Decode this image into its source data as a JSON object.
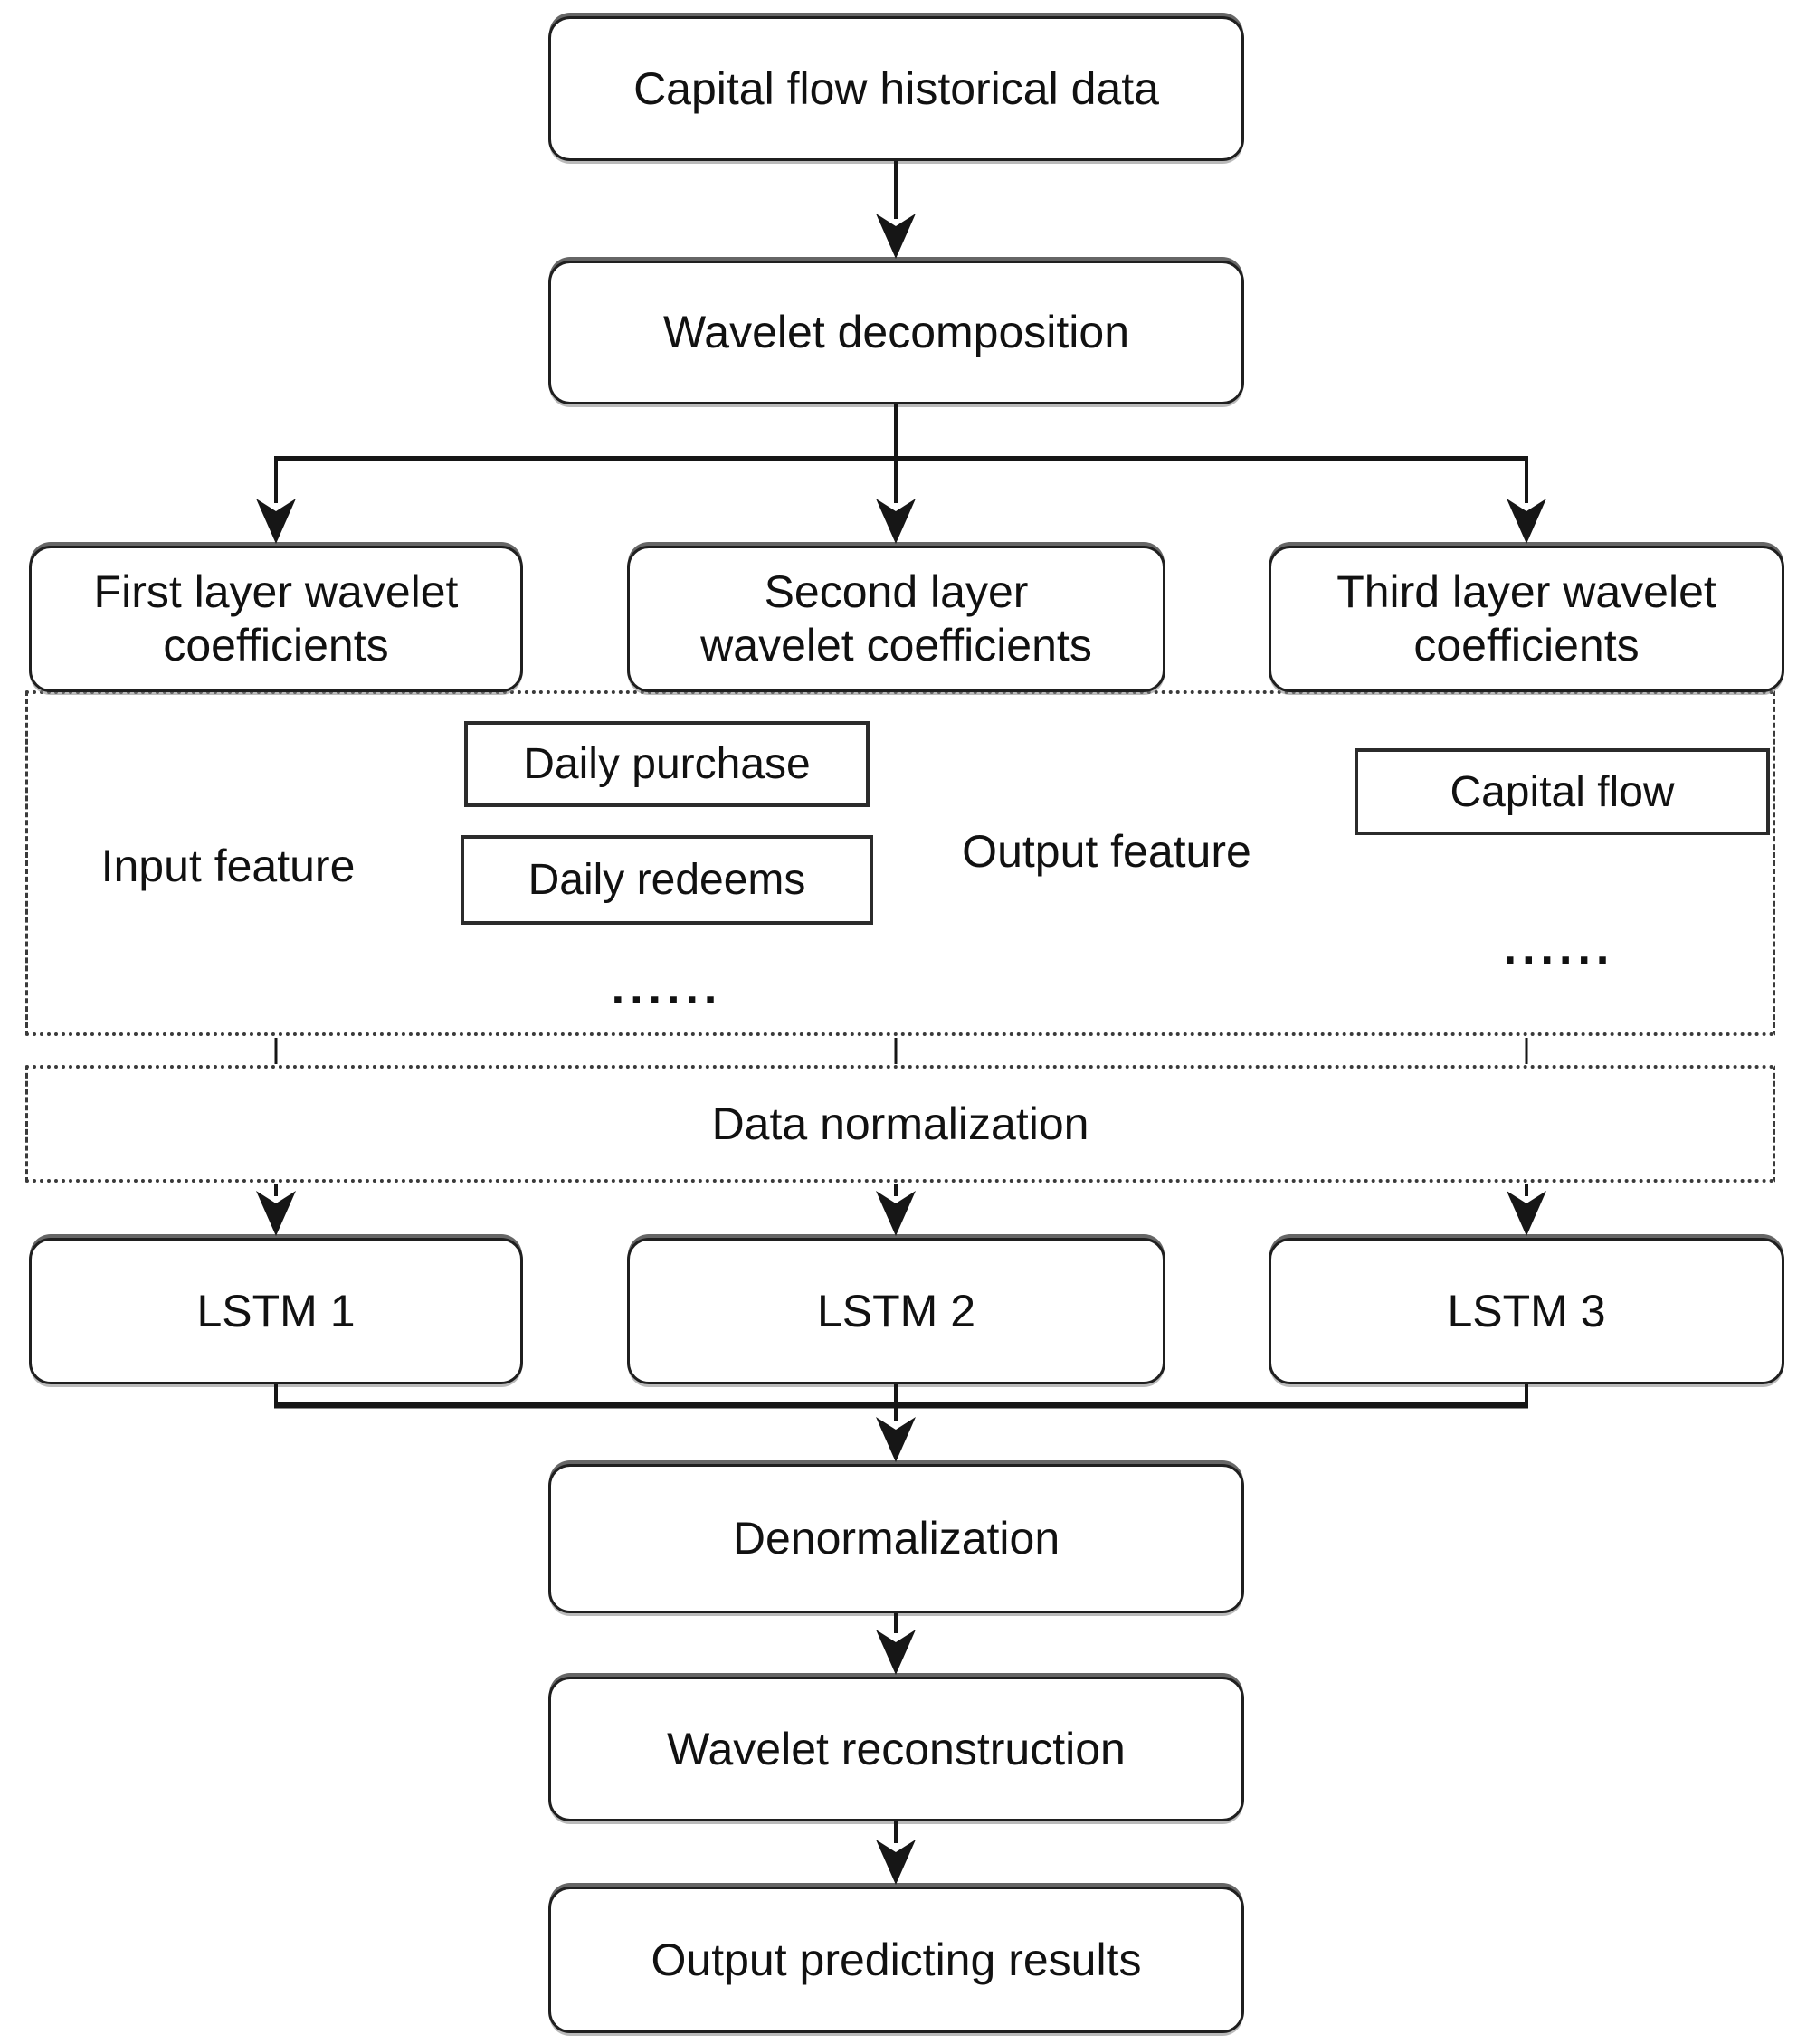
{
  "colors": {
    "stroke": "#161616",
    "box_border": "#1f1f1f",
    "dashed_border": "#3a3a3a",
    "background": "#ffffff",
    "text": "#111111"
  },
  "nodes": {
    "capital_flow_historical_data": "Capital flow historical data",
    "wavelet_decomposition": "Wavelet decomposition",
    "first_layer_coefficients": "First layer wavelet\ncoefficients",
    "second_layer_coefficients": "Second layer\nwavelet coefficients",
    "third_layer_coefficients": "Third layer wavelet\ncoefficients",
    "input_feature_label": "Input feature",
    "daily_purchase": "Daily purchase",
    "daily_redeems": "Daily redeems",
    "ellipsis_input": "......",
    "output_feature_label": "Output feature",
    "capital_flow": "Capital flow",
    "ellipsis_output": "......",
    "data_normalization": "Data normalization",
    "lstm_1": "LSTM 1",
    "lstm_2": "LSTM 2",
    "lstm_3": "LSTM 3",
    "denormalization": "Denormalization",
    "wavelet_reconstruction": "Wavelet reconstruction",
    "output_predicting_results": "Output predicting results"
  }
}
